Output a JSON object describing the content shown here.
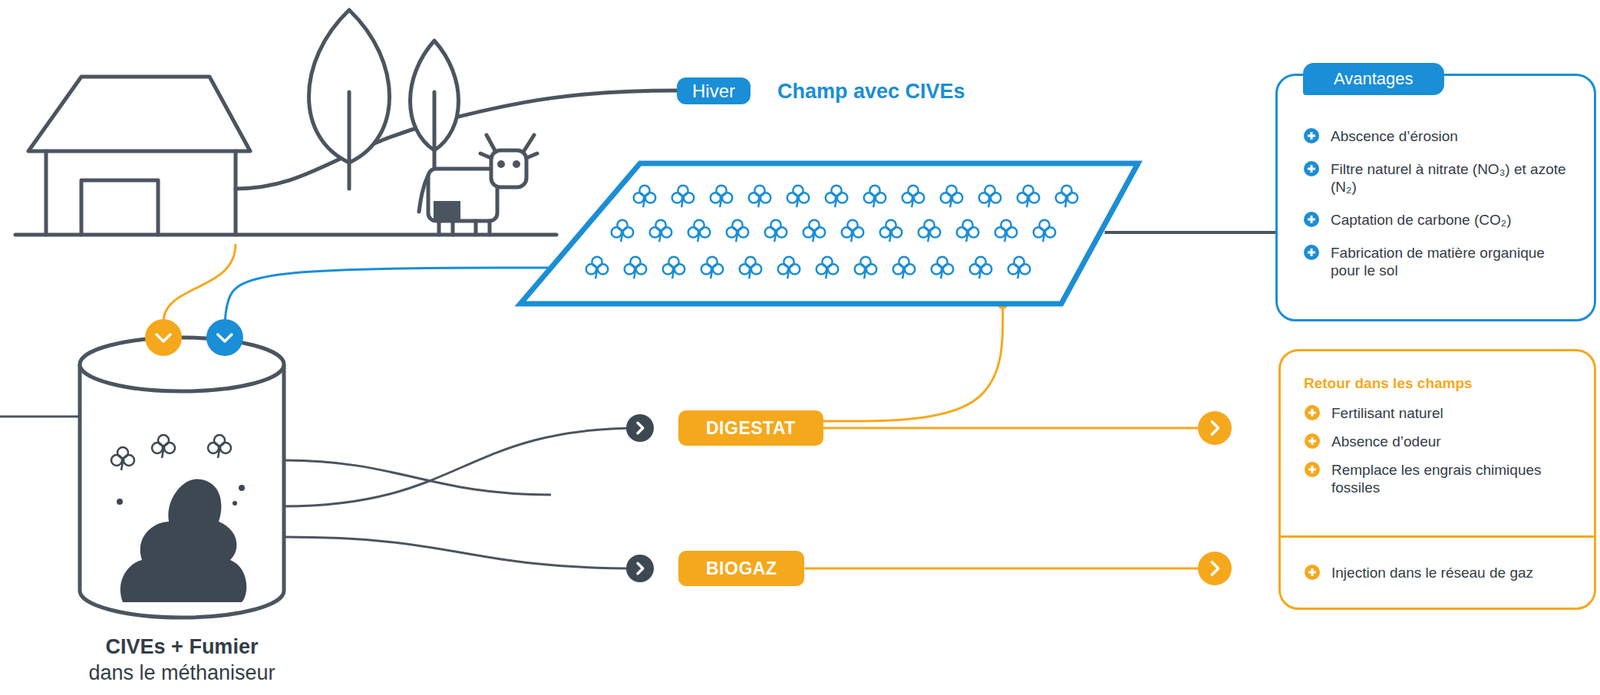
{
  "diagram": {
    "nodes": [
      {
        "text": [
          "Hiver"
        ]
      },
      {
        "text": [
          "Champ avec CIVEs"
        ]
      },
      {
        "text": [
          "Avantages",
          "Abscence d’érosion",
          "Filtre naturel à nitrate (NO₃) et azote (N₂)",
          "Captation de carbone (CO₂)",
          "Fabrication de matière organique pour le sol"
        ]
      },
      {
        "text": [
          "CIVEs + Fumier",
          "dans le méthaniseur"
        ]
      },
      {
        "text": [
          "DIGESTAT"
        ]
      },
      {
        "text": [
          "BIOGAZ"
        ]
      },
      {
        "text": [
          "Retour dans les champs",
          "Fertilisant naturel",
          "Absence d’odeur",
          "Remplace les engrais chimiques fossiles",
          "Injection dans le réseau de gaz"
        ]
      }
    ],
    "edges": [
      {
        "from": 1,
        "to": 3,
        "arrow": "to"
      },
      {
        "from": 1,
        "to": 2,
        "arrow": "none"
      },
      {
        "from": 3,
        "to": 4,
        "arrow": "to"
      },
      {
        "from": 3,
        "to": 5,
        "arrow": "to"
      },
      {
        "from": 4,
        "to": 1,
        "arrow": "none"
      },
      {
        "from": 4,
        "to": 6,
        "arrow": "to"
      },
      {
        "from": 5,
        "to": 6,
        "arrow": "to"
      }
    ]
  }
}
